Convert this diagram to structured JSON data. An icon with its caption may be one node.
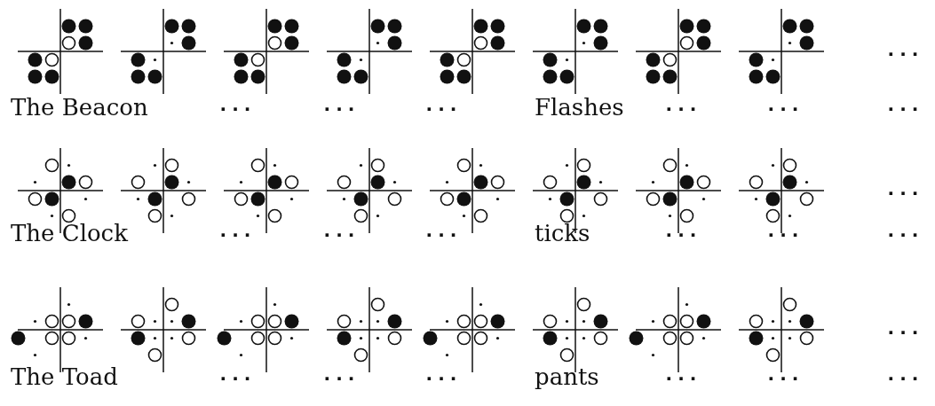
{
  "diagram": {
    "labels": [
      "...",
      "The Beacon",
      "...",
      "...",
      "...",
      "Flashes",
      "...",
      "...",
      "...",
      "...",
      "The Clock",
      "...",
      "...",
      "...",
      "ticks",
      "...",
      "...",
      "...",
      "...",
      "The Toad",
      "...",
      "...",
      "...",
      "pants",
      "...",
      "...",
      "..."
    ]
  }
}
